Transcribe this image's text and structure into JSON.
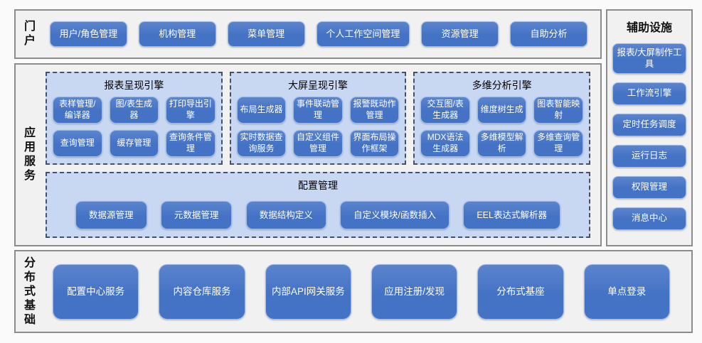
{
  "colors": {
    "accent_blue": "#4472c4",
    "panel_bg": "#c9d8f2",
    "panel_dash_border": "#46506b",
    "section_bg": "#f1f1f1",
    "section_border": "#8c8c8c",
    "button_text": "#ffffff"
  },
  "sections": {
    "portal": {
      "label": "门户",
      "buttons": [
        "用户/角色管理",
        "机构管理",
        "菜单管理",
        "个人工作空间管理",
        "资源管理",
        "自助分析"
      ]
    },
    "app_services": {
      "label": "应用服务",
      "engines": [
        {
          "title": "报表呈现引擎",
          "buttons": [
            "表样管理/编译器",
            "图/表生成器",
            "打印导出引擎",
            "查询管理",
            "缓存管理",
            "查询条件管理"
          ]
        },
        {
          "title": "大屏呈现引擎",
          "buttons": [
            "布局生成器",
            "事件联动管理",
            "报警既动作管理",
            "实时数据查询服务",
            "自定义组件管理",
            "界面布局操作框架"
          ]
        },
        {
          "title": "多维分析引擎",
          "buttons": [
            "交互图/表生成器",
            "维度树生成",
            "图表智能映射",
            "MDX语法生成器",
            "多维模型解析",
            "多维查询管理"
          ]
        }
      ],
      "config": {
        "title": "配置管理",
        "buttons": [
          "数据源管理",
          "元数据管理",
          "数据结构定义",
          "自定义模块/函数插入",
          "EEL表达式解析器"
        ]
      }
    },
    "distributed": {
      "label": "分布式基础",
      "buttons": [
        "配置中心服务",
        "内容仓库服务",
        "内部API网关服务",
        "应用注册/发现",
        "分布式基座",
        "单点登录"
      ]
    },
    "auxiliary": {
      "title": "辅助设施",
      "buttons": [
        "报表/大屏制作工具",
        "工作流引擎",
        "定时任务调度",
        "运行日志",
        "权限管理",
        "消息中心"
      ]
    }
  }
}
